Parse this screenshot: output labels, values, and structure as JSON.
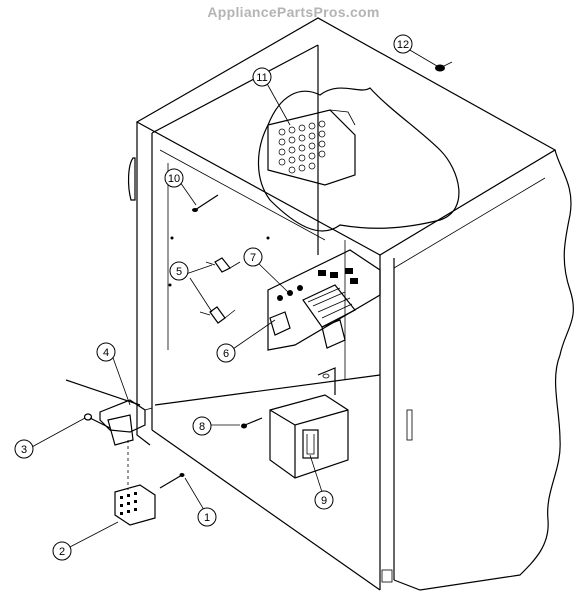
{
  "watermark": "AppliancePartsPros.com",
  "callouts": [
    {
      "id": "1",
      "label": "1"
    },
    {
      "id": "2",
      "label": "2"
    },
    {
      "id": "3",
      "label": "3"
    },
    {
      "id": "4",
      "label": "4"
    },
    {
      "id": "5",
      "label": "5"
    },
    {
      "id": "6",
      "label": "6"
    },
    {
      "id": "7",
      "label": "7"
    },
    {
      "id": "8",
      "label": "8"
    },
    {
      "id": "9",
      "label": "9"
    },
    {
      "id": "10",
      "label": "10"
    },
    {
      "id": "11",
      "label": "11"
    },
    {
      "id": "12",
      "label": "12"
    }
  ]
}
